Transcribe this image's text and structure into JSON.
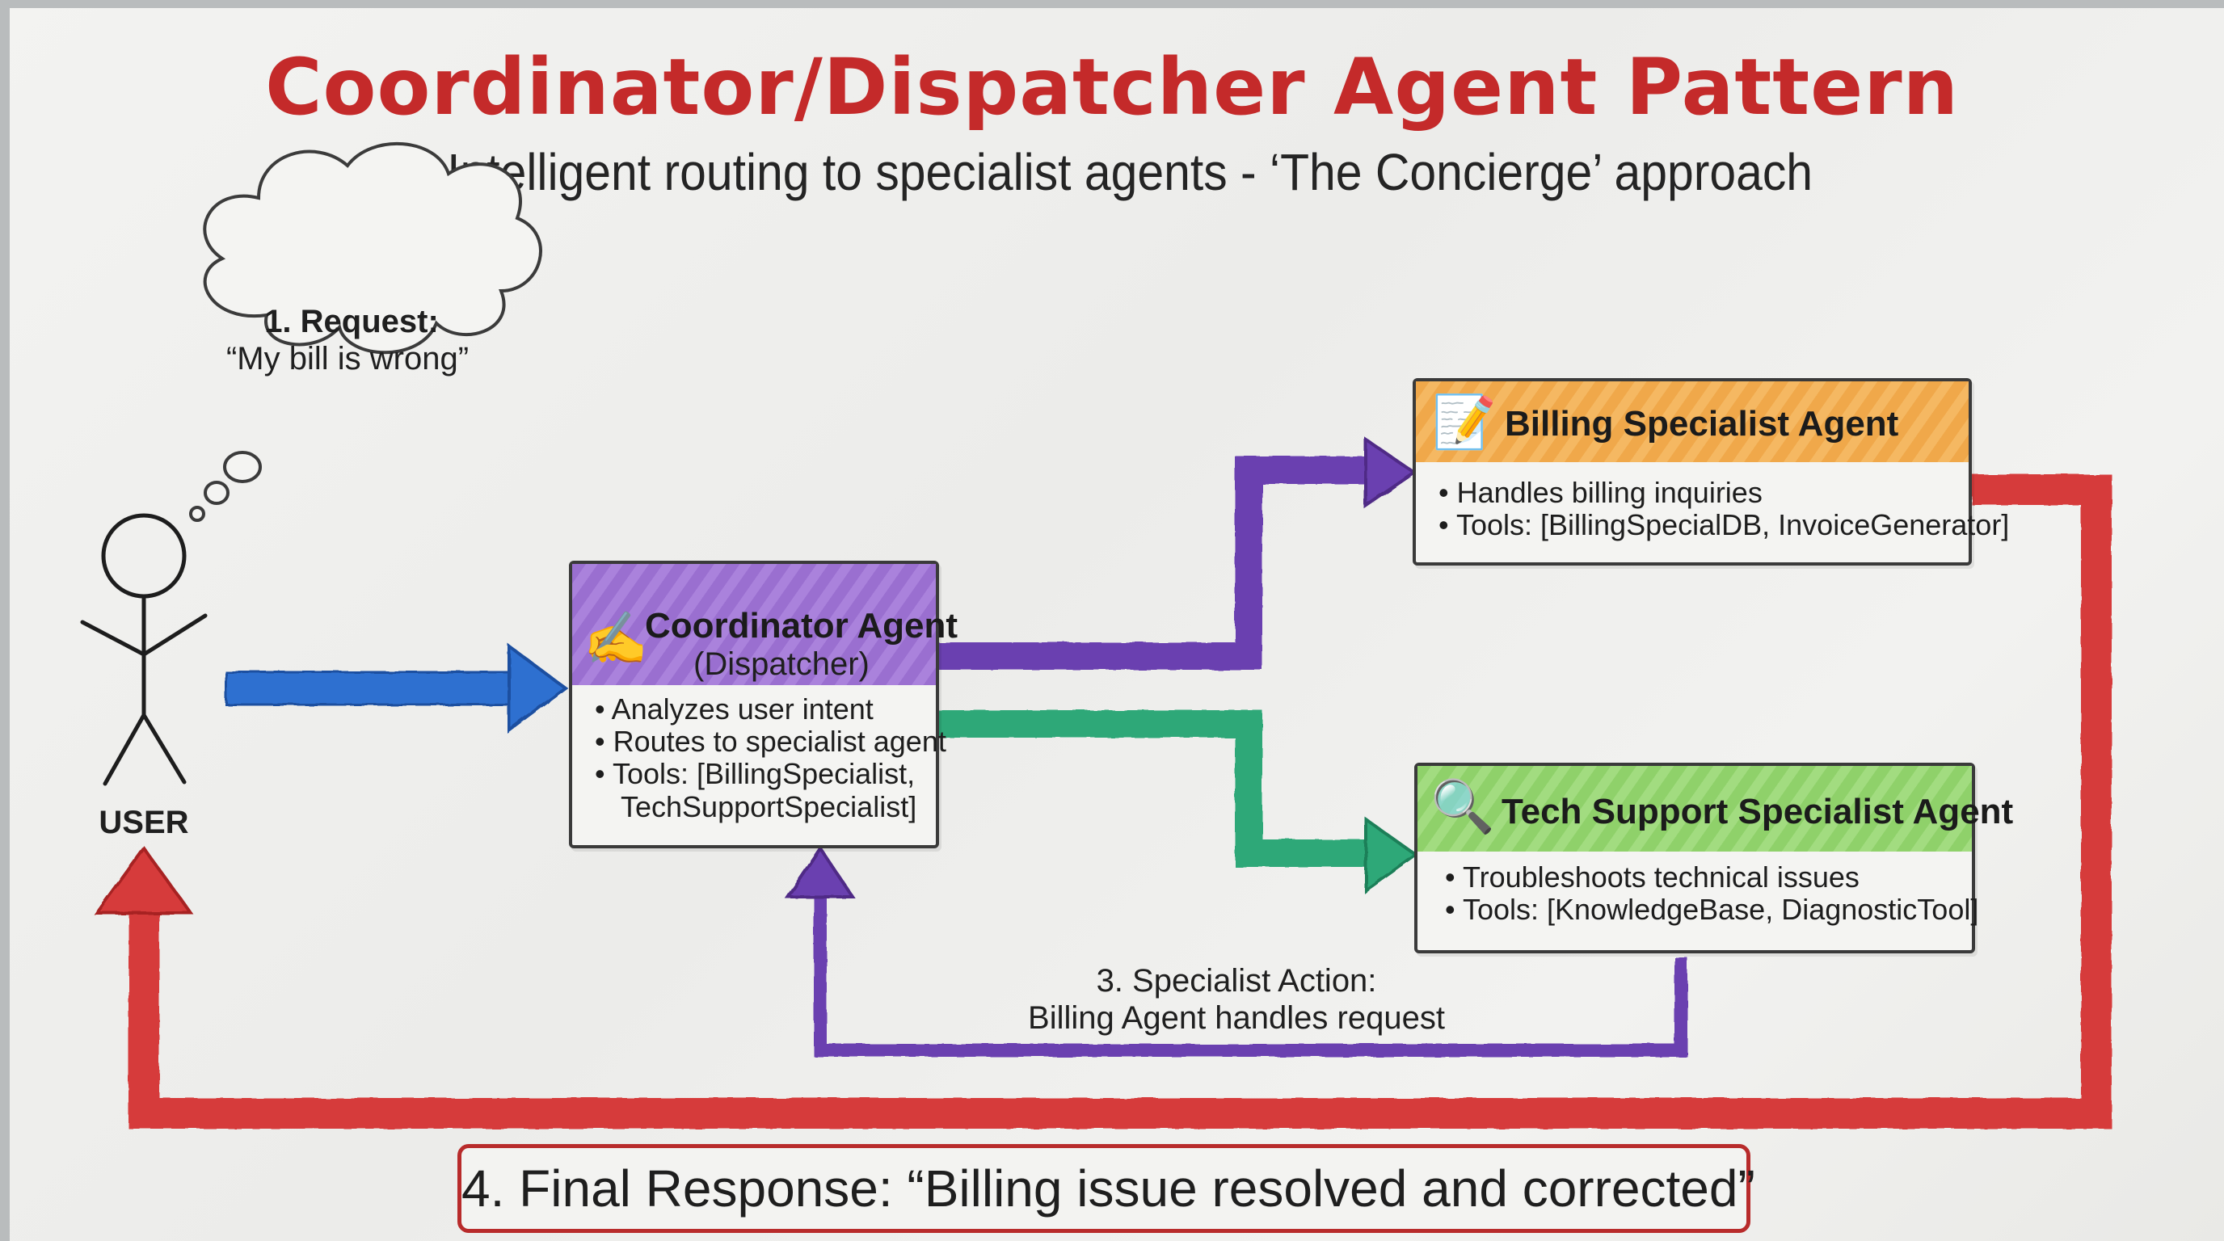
{
  "title": "Coordinator/Dispatcher Agent Pattern",
  "subtitle": "Intelligent routing to specialist agents - ‘The Concierge’ approach",
  "request": {
    "label": "1. Request:",
    "text": "“My bill is wrong”"
  },
  "user": {
    "label": "USER"
  },
  "coordinator": {
    "icon": "✍️",
    "title": "Coordinator Agent",
    "subtitle": "(Dispatcher)",
    "bullets": [
      "Analyzes user intent",
      "Routes to specialist agent",
      "Tools: [BillingSpecialist,"
    ],
    "continuation": "TechSupportSpecialist]"
  },
  "billing": {
    "icon": "📝",
    "title": "Billing Specialist Agent",
    "bullets": [
      "Handles billing inquiries",
      "Tools: [BillingSpecialDB, InvoiceGenerator]"
    ]
  },
  "tech": {
    "icon": "🔍",
    "title": "Tech Support Specialist Agent",
    "bullets": [
      "Troubleshoots technical issues",
      "Tools: [KnowledgeBase, DiagnosticTool]"
    ]
  },
  "specialist_action": {
    "line1": "3. Specialist Action:",
    "line2": "Billing Agent handles request"
  },
  "final_response": "4. Final Response: “Billing issue resolved and corrected”",
  "colors": {
    "title": "#c42a2a",
    "coordinator_header": "#9a6fd0",
    "billing_header": "#f0a84a",
    "tech_header": "#8fd16a",
    "arrow_blue": "#2e6fd0",
    "arrow_purple": "#6b3fb0",
    "arrow_green": "#2ea878",
    "arrow_red": "#d63a3a"
  }
}
